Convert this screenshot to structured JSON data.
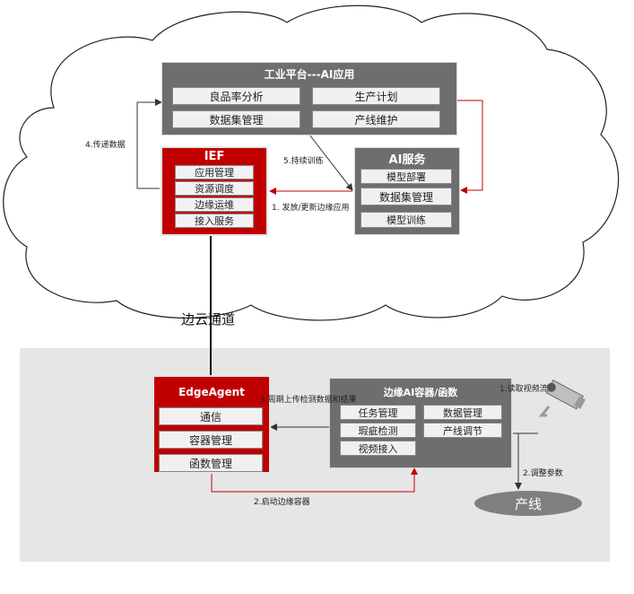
{
  "industrial_platform": {
    "title": "工业平台---AI应用",
    "buttons": [
      "良品率分析",
      "生产计划",
      "数据集管理",
      "产线维护"
    ]
  },
  "ief": {
    "title": "IEF",
    "buttons": [
      "应用管理",
      "资源调度",
      "边缘运维",
      "接入服务"
    ]
  },
  "ai_service": {
    "title": "AI服务",
    "buttons": [
      "模型部署",
      "数据集管理",
      "模型训练"
    ]
  },
  "edge_agent": {
    "title": "EdgeAgent",
    "buttons": [
      "通信",
      "容器管理",
      "函数管理"
    ]
  },
  "edge_ai_container": {
    "title": "边缘AI容器/函数",
    "buttons": [
      "任务管理",
      "数据管理",
      "瑕疵检测",
      "产线调节",
      "视频接入"
    ]
  },
  "labels": {
    "transfer_data": "4.传递数据",
    "continuous_training": "5.持续训练",
    "deploy_update": "1. 发放/更新边缘应用",
    "edge_cloud_channel": "边云通道",
    "periodic_upload": "3.周期上传检测数据和结果",
    "start_container": "2.启动边缘容器",
    "read_video": "1.读取视频流",
    "adjust_params": "2.调整参数"
  },
  "production_line": "产线",
  "colors": {
    "accent_red": "#c00000",
    "box_gray": "#6e6e6e",
    "edge_zone": "#e6e6e6"
  }
}
